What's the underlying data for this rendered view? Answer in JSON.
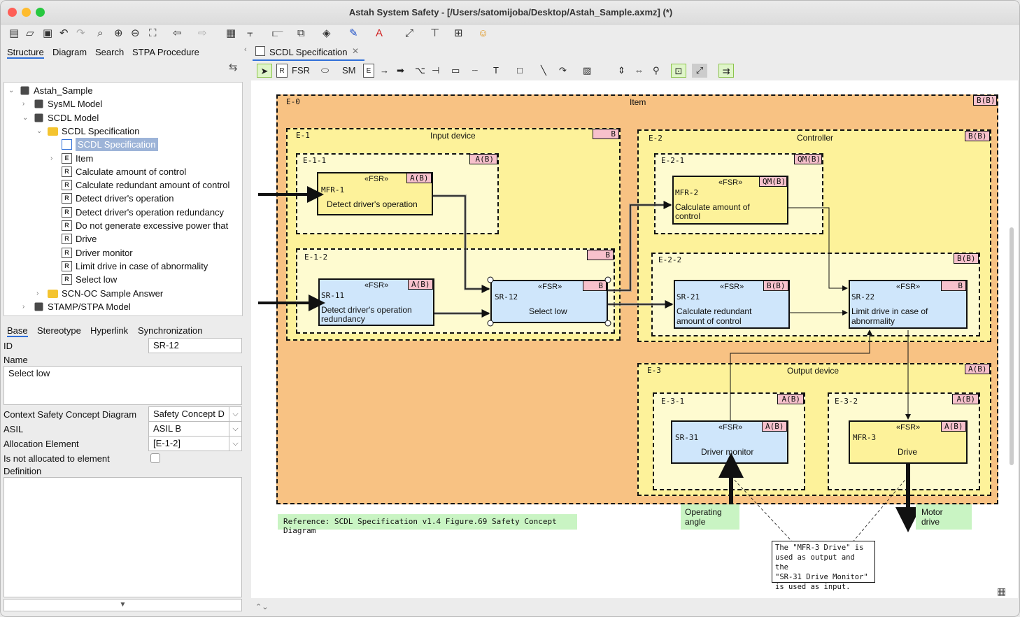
{
  "window": {
    "title": "Astah System Safety - [/Users/satomijoba/Desktop/Astah_Sample.axmz] (*)",
    "traffic_colors": [
      "#fe5f57",
      "#febc2e",
      "#28c840"
    ]
  },
  "left_tabs": [
    "Structure",
    "Diagram",
    "Search",
    "STPA Procedure"
  ],
  "tree": [
    {
      "label": "Astah_Sample",
      "level": 0,
      "twisty": "open",
      "icon": "project-icon"
    },
    {
      "label": "SysML Model",
      "level": 1,
      "twisty": "closed",
      "icon": "model-icon"
    },
    {
      "label": "SCDL Model",
      "level": 1,
      "twisty": "open",
      "icon": "model-icon"
    },
    {
      "label": "SCDL Specification",
      "level": 2,
      "twisty": "open",
      "icon": "folder-icon"
    },
    {
      "label": "SCDL Specification",
      "level": 3,
      "twisty": "",
      "icon": "diagram-icon",
      "selected": true
    },
    {
      "label": "Item",
      "level": 3,
      "twisty": "closed",
      "icon": "element-icon",
      "icon_letter": "E"
    },
    {
      "label": "Calculate amount of control",
      "level": 3,
      "twisty": "",
      "icon": "requirement-icon",
      "icon_letter": "R"
    },
    {
      "label": "Calculate redundant amount of control",
      "level": 3,
      "twisty": "",
      "icon": "requirement-icon",
      "icon_letter": "R"
    },
    {
      "label": "Detect driver's operation",
      "level": 3,
      "twisty": "",
      "icon": "requirement-icon",
      "icon_letter": "R"
    },
    {
      "label": "Detect driver's operation redundancy",
      "level": 3,
      "twisty": "",
      "icon": "requirement-icon",
      "icon_letter": "R"
    },
    {
      "label": "Do not generate excessive power that",
      "level": 3,
      "twisty": "",
      "icon": "requirement-icon",
      "icon_letter": "R"
    },
    {
      "label": "Drive",
      "level": 3,
      "twisty": "",
      "icon": "requirement-icon",
      "icon_letter": "R"
    },
    {
      "label": "Driver monitor",
      "level": 3,
      "twisty": "",
      "icon": "requirement-icon",
      "icon_letter": "R"
    },
    {
      "label": "Limit drive in case of abnormality",
      "level": 3,
      "twisty": "",
      "icon": "requirement-icon",
      "icon_letter": "R"
    },
    {
      "label": "Select low",
      "level": 3,
      "twisty": "",
      "icon": "requirement-icon",
      "icon_letter": "R"
    },
    {
      "label": "SCN-OC Sample Answer",
      "level": 2,
      "twisty": "closed",
      "icon": "folder-icon"
    },
    {
      "label": "STAMP/STPA Model",
      "level": 1,
      "twisty": "closed",
      "icon": "model-icon"
    }
  ],
  "props_tabs": [
    "Base",
    "Stereotype",
    "Hyperlink",
    "Synchronization"
  ],
  "props": {
    "id_label": "ID",
    "id_value": "SR-12",
    "name_label": "Name",
    "name_value": "Select low",
    "context_label": "Context Safety Concept Diagram",
    "context_value": "Safety Concept D",
    "asil_label": "ASIL",
    "asil_value": "ASIL B",
    "alloc_label": "Allocation Element",
    "alloc_value": "[E-1-2]",
    "not_alloc_label": "Is not allocated to element",
    "definition_label": "Definition"
  },
  "editor_tab": "SCDL Specification",
  "diagram_toolbar": {
    "fsr": "FSR",
    "sm": "SM",
    "e": "E",
    "t": "T",
    "r": "R"
  },
  "diagram": {
    "e0": {
      "id": "E-0",
      "title": "Item",
      "tag": "B(B)"
    },
    "e1": {
      "id": "E-1",
      "title": "Input device",
      "tag": "B"
    },
    "e11": {
      "id": "E-1-1",
      "tag": "A(B)"
    },
    "e12": {
      "id": "E-1-2",
      "tag": "B"
    },
    "e2": {
      "id": "E-2",
      "title": "Controller",
      "tag": "B(B)"
    },
    "e21": {
      "id": "E-2-1",
      "tag": "QM(B)"
    },
    "e22": {
      "id": "E-2-2",
      "tag": "B(B)"
    },
    "e3": {
      "id": "E-3",
      "title": "Output device",
      "tag": "A(B)"
    },
    "e31": {
      "id": "E-3-1",
      "tag": "A(B)"
    },
    "e32": {
      "id": "E-3-2",
      "tag": "A(B)"
    },
    "stereotype": "«FSR»",
    "mfr1": {
      "id": "MFR-1",
      "text": "Detect driver's operation",
      "tag": "A(B)"
    },
    "sr11": {
      "id": "SR-11",
      "text1": "Detect driver's operation",
      "text2": "redundancy",
      "tag": "A(B)"
    },
    "sr12": {
      "id": "SR-12",
      "text": "Select low",
      "tag": "B"
    },
    "mfr2": {
      "id": "MFR-2",
      "text1": "Calculate amount of",
      "text2": "control",
      "tag": "QM(B)"
    },
    "sr21": {
      "id": "SR-21",
      "text1": "Calculate redundant",
      "text2": "amount of control",
      "tag": "B(B)"
    },
    "sr22": {
      "id": "SR-22",
      "text1": "Limit drive in case of",
      "text2": "abnormality",
      "tag": "B"
    },
    "sr31": {
      "id": "SR-31",
      "text": "Driver monitor",
      "tag": "A(B)"
    },
    "mfr3": {
      "id": "MFR-3",
      "text": "Drive",
      "tag": "A(B)"
    },
    "operating_angle1": "Operating",
    "operating_angle2": "angle",
    "motor_drive1": "Motor",
    "motor_drive2": "drive",
    "reference": "Reference: SCDL Specification v1.4 Figure.69 Safety Concept Diagram",
    "note1": "The \"MFR-3 Drive\" is",
    "note2": "used as output and the",
    "note3": "\"SR-31 Drive Monitor\"",
    "note4": "is used as input."
  },
  "colors": {
    "item_bg": "#f8c283",
    "device_bg": "#fdf29a",
    "sub_bg": "#fefbd0",
    "fsr_blue": "#cfe6fb",
    "fsr_yellow": "#fdf29a",
    "tag_pink": "#f7c1cc",
    "label_green": "#c9f4c3"
  }
}
